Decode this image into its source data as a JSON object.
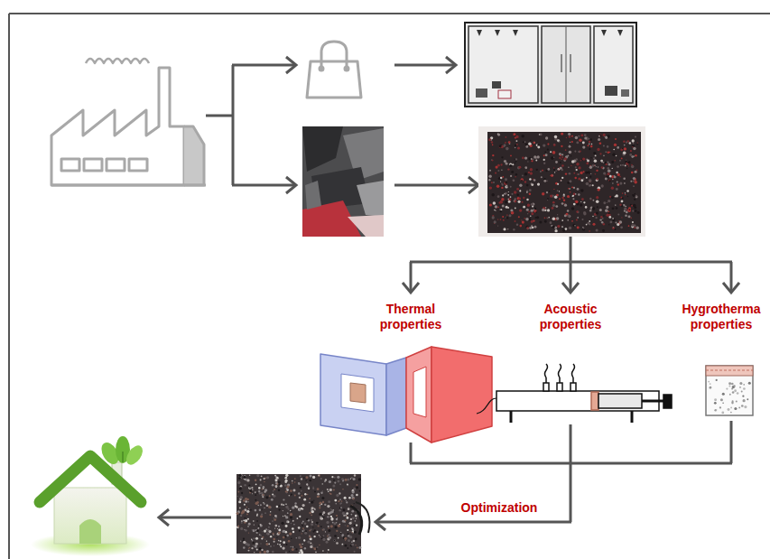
{
  "diagram": {
    "nodes": [
      {
        "text": [
          "Thermal properties"
        ]
      },
      {
        "text": [
          "Acoustic properties"
        ]
      },
      {
        "text": [
          "Hygrotherma properties"
        ]
      }
    ],
    "labels": [
      "Optimization"
    ]
  }
}
